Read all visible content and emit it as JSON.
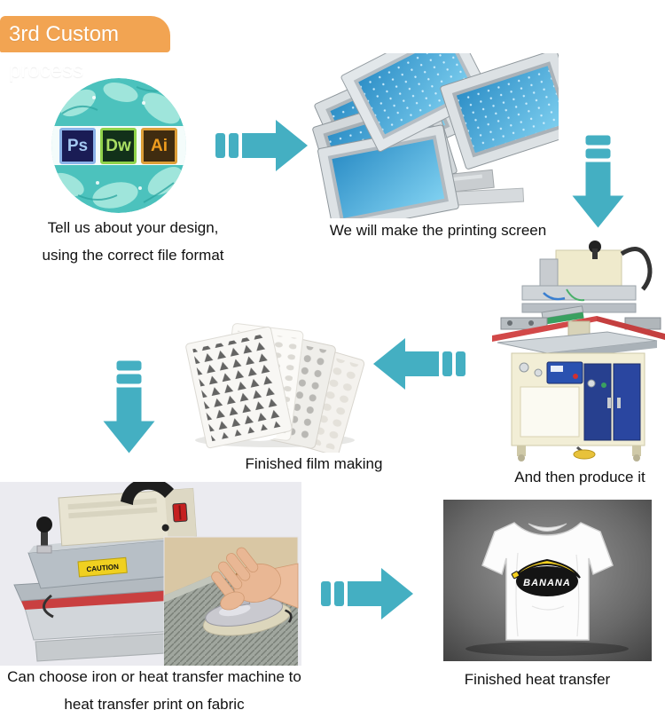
{
  "banner": {
    "label": "3rd Custom process"
  },
  "palette": {
    "arrow": "#44afc2",
    "banner_bg": "#f2a452",
    "circle_teal": "#4cc2bd",
    "mesh_blue": "#2e8fc7",
    "door_blue": "#27408f",
    "press_red": "#c94040",
    "banana_yellow": "#f5d01e",
    "caption_color": "#111111"
  },
  "design_icons": {
    "ps": "Ps",
    "dw": "Dw",
    "ai": "Ai"
  },
  "captions": {
    "design_line1": "Tell us about your design,",
    "design_line2": "using the correct file format",
    "screen": "We will make the printing screen",
    "produce": "And then produce it",
    "film": "Finished film making",
    "heat_line1": "Can choose iron or heat transfer machine to",
    "heat_line2": "heat transfer print on fabric",
    "result": "Finished heat transfer"
  },
  "machine": {
    "caution_label": "CAUTION"
  },
  "shirt": {
    "print_text": "BANANA"
  }
}
